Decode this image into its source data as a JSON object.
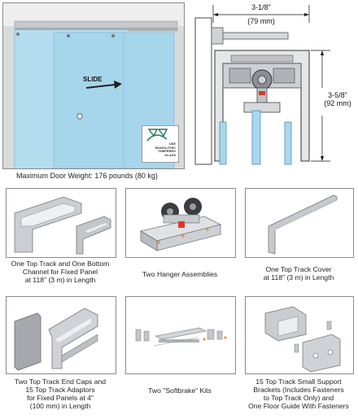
{
  "hero": {
    "slide_label": "SLIDE",
    "badge_lines": [
      "USE",
      "MONOLITHIC",
      "TEMPERED",
      "GLASS"
    ],
    "max_weight": "Maximum Door Weight: 176 pounds (80 kg)"
  },
  "diagram": {
    "width_in": "3-1/8\"",
    "width_mm": "(79 mm)",
    "height_in": "3-5/8\"",
    "height_mm": "(92 mm)"
  },
  "components": [
    {
      "lines": [
        "One Top Track and One Bottom",
        "Channel for Fixed Panel",
        "at 118\" (3 m) in Length"
      ]
    },
    {
      "lines": [
        "Two Hanger Assemblies"
      ]
    },
    {
      "lines": [
        "One Top Track Cover",
        "at 118\" (3 m) in Length"
      ]
    },
    {
      "lines": [
        "Two Top Track End Caps and",
        "15 Top Track Adaptors",
        "for Fixed Panels at 4\"",
        "(100 mm) in Length"
      ]
    },
    {
      "lines": [
        "Two \"Softbrake\" Kits"
      ]
    },
    {
      "lines": [
        "15 Top Track Small Support",
        "Brackets (Includes Fasteners",
        "to Top Track Only) and",
        "One Floor Guide With Fasteners"
      ]
    }
  ],
  "colors": {
    "glass": "#a9d8ee",
    "metal": "#c9ccd0",
    "frame": "#8a8a8a",
    "wall": "#d9dadc"
  }
}
